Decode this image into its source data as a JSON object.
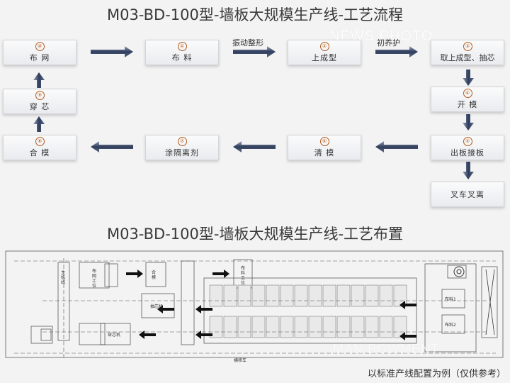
{
  "header": {
    "flow_title": "M03-BD-100型-墙板大规模生产线-工艺流程",
    "layout_title": "M03-BD-100型-墙板大规模生产线-工艺布置"
  },
  "watermark": {
    "top": "NEWS PHOTO",
    "bottom": "MAN BOWMENT"
  },
  "steps": [
    {
      "num": "①",
      "label": "布  料"
    },
    {
      "num": "②",
      "label": "上成型"
    },
    {
      "num": "③",
      "label": "取上成型、抽芯"
    },
    {
      "num": "④",
      "label": "开  模"
    },
    {
      "num": "⑤",
      "label": "出板接板"
    },
    {
      "num": "",
      "label": "叉车叉离"
    },
    {
      "num": "⑥",
      "label": "清  模"
    },
    {
      "num": "⑦",
      "label": "涂隔离剂"
    },
    {
      "num": "⑧",
      "label": "合  模"
    },
    {
      "num": "⑨",
      "label": "穿  芯"
    },
    {
      "num": "⑩",
      "label": "布  网"
    }
  ],
  "arrow_labels": {
    "a12": "振动整形",
    "a23": "初养护"
  },
  "layout_labels": {
    "l1": "主\n机\n线",
    "l2": "布\n网\n工\n位",
    "l3": "合\n模",
    "l4": "抽芯机",
    "l5": "穿芯机",
    "l6": "布\n料\n工\n位",
    "l7": "布料1",
    "l8": "布料2",
    "l9": "横移车"
  },
  "caption": "以标准产线配置为例（仅供参考）"
}
